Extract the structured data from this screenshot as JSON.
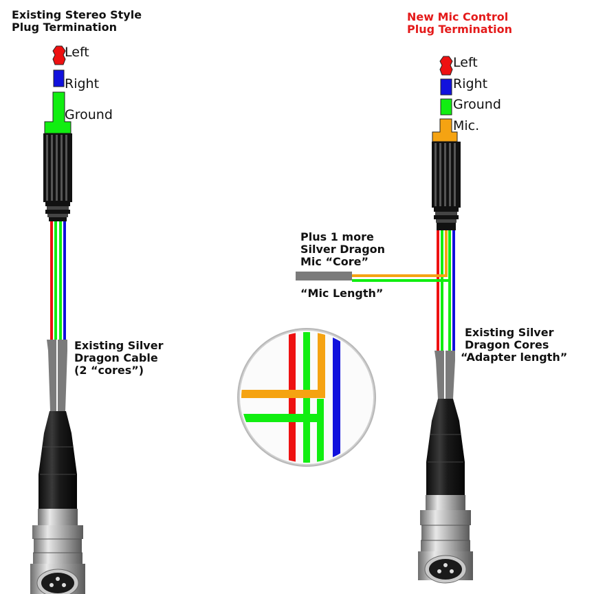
{
  "left": {
    "heading_line1": "Existing  Stereo Style",
    "heading_line2": "Plug Termination",
    "labels": {
      "left": "Left",
      "right": "Right",
      "ground": "Ground"
    },
    "cable_note_line1": "Existing Silver",
    "cable_note_line2": "Dragon Cable",
    "cable_note_line3": "(2 “cores”)"
  },
  "right": {
    "heading_line1": "New Mic Control",
    "heading_line2": "Plug Termination",
    "labels": {
      "left": "Left",
      "right": "Right",
      "ground": "Ground",
      "mic": "Mic."
    },
    "cable_note_line1": "Existing Silver",
    "cable_note_line2": "Dragon Cores",
    "cable_note_line3": "“Adapter length”"
  },
  "middle": {
    "core_note_line1": "Plus 1 more",
    "core_note_line2": "Silver Dragon",
    "core_note_line3": "Mic “Core”",
    "length_note": "“Mic Length”"
  },
  "colors": {
    "left_tip": "#ee1111",
    "right_ring": "#1111dd",
    "ground": "#11ee11",
    "mic": "#f5a312",
    "heading_red": "#e41a1a"
  }
}
